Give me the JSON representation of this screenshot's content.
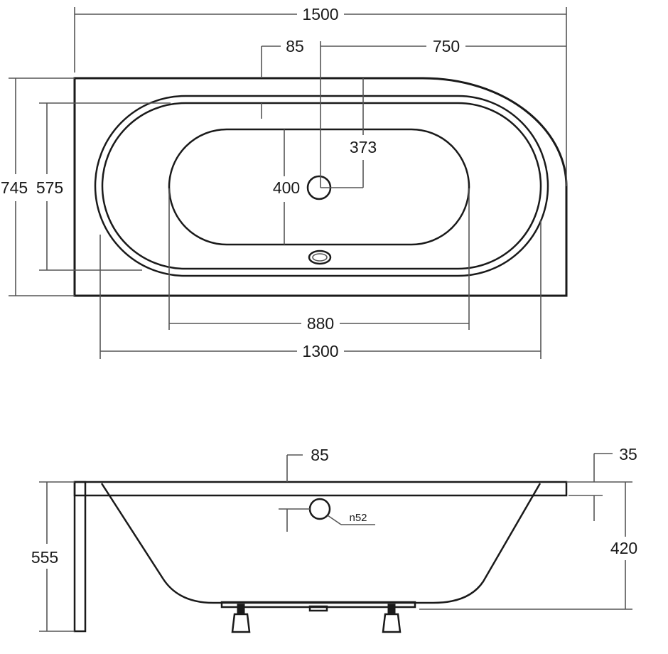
{
  "top_view": {
    "overall_width": "1500",
    "offset_85": "85",
    "half_width": "750",
    "overall_depth": "745",
    "rim_depth": "575",
    "drain_offset": "373",
    "basin_depth": "400",
    "basin_length": "880",
    "rim_length": "1300"
  },
  "side_view": {
    "overflow_offset": "85",
    "rim_thickness": "35",
    "overflow_diameter": "n52",
    "total_height": "555",
    "inner_depth": "420"
  }
}
